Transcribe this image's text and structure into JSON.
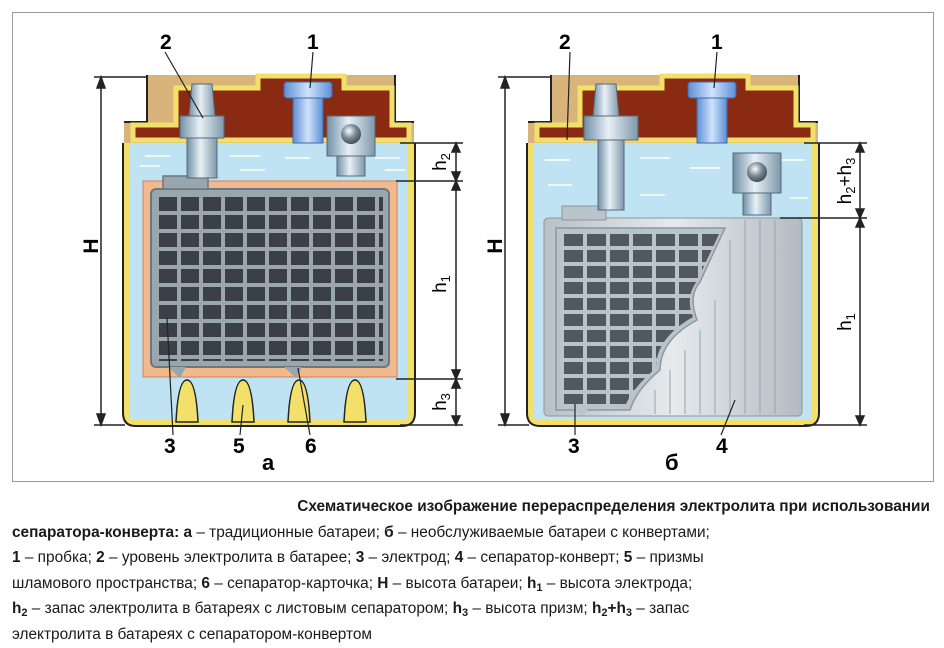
{
  "diagram_a": {
    "callout_1": "1",
    "callout_2": "2",
    "callout_3": "3",
    "callout_5": "5",
    "callout_6": "6",
    "label_H": "H",
    "label_h2": "h",
    "label_h2_sub": "2",
    "label_h1": "h",
    "label_h1_sub": "1",
    "label_h3": "h",
    "label_h3_sub": "3",
    "panel_letter": "а"
  },
  "diagram_b": {
    "callout_1": "1",
    "callout_2": "2",
    "callout_3": "3",
    "callout_4": "4",
    "label_H": "H",
    "label_h2h3": "h",
    "label_h2h3_sub1": "2",
    "label_h2h3_plus": "+h",
    "label_h2h3_sub2": "3",
    "label_h1": "h",
    "label_h1_sub": "1",
    "panel_letter": "б"
  },
  "colors": {
    "electrolyte": "#bfe3f2",
    "case_yellow": "#f3e06a",
    "lid_brown": "#8b2a12",
    "lid_tan": "#d9b47a",
    "grid_dark": "#3b3f46",
    "separator_orange": "#f1b98c",
    "separator_grey": "#c9cfd4"
  },
  "caption": {
    "title_bold": "Схематическое изображение перераспределения электролита при использовании",
    "line2_bold": "сепаратора-конверта:",
    "a_bold": "а",
    "a_text": " – традиционные батареи; ",
    "b_bold": "б",
    "b_text": " – необслуживаемые батареи с конвертами;",
    "n1": "1",
    "t1": " – пробка; ",
    "n2": "2",
    "t2": " – уровень электролита в батарее; ",
    "n3": "3",
    "t3": " – электрод; ",
    "n4": "4",
    "t4": " – сепаратор-конверт; ",
    "n5": "5",
    "t5": " – призмы",
    "t5b": "шламового пространства; ",
    "n6": "6",
    "t6": " – сепаратор-карточка; ",
    "nH": "H",
    "tH": " – высота батареи; ",
    "nh1": "h",
    "nh1_sub": "1",
    "th1": " – высота электрода;",
    "nh2": "h",
    "nh2_sub": "2",
    "th2": " – запас электролита в батареях с листовым сепаратором; ",
    "nh3": "h",
    "nh3_sub": "3",
    "th3": " – высота призм; ",
    "nh23": "h",
    "nh23_sub1": "2",
    "nh23_plus": "+h",
    "nh23_sub2": "3",
    "th23": " – запас",
    "th23b": "электролита в батареях с сепаратором-конвертом"
  }
}
